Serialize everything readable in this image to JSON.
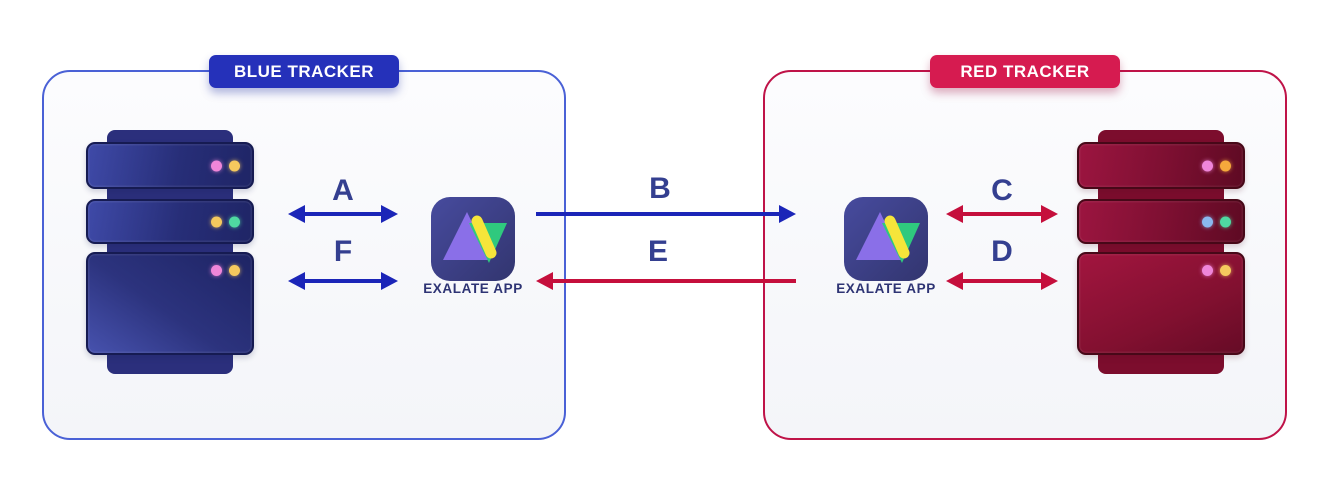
{
  "blue_tracker": {
    "label": "BLUE TRACKER",
    "app_label": "EXALATE APP"
  },
  "red_tracker": {
    "label": "RED TRACKER",
    "app_label": "EXALATE APP"
  },
  "arrows": {
    "a": {
      "label": "A",
      "color": "blue",
      "direction": "both"
    },
    "b": {
      "label": "B",
      "color": "blue",
      "direction": "right"
    },
    "c": {
      "label": "C",
      "color": "red",
      "direction": "both"
    },
    "d": {
      "label": "D",
      "color": "red",
      "direction": "both"
    },
    "e": {
      "label": "E",
      "color": "red",
      "direction": "left"
    },
    "f": {
      "label": "F",
      "color": "blue",
      "direction": "both"
    }
  },
  "icons": [
    "blue-server-icon",
    "red-server-icon",
    "exalate-app-icon"
  ],
  "colors": {
    "blue_accent": "#2531ba",
    "blue_border": "#4a61d6",
    "red_accent": "#d61b50",
    "red_border": "#bf1348",
    "arrow_blue": "#1b25b8",
    "arrow_red": "#c50f3c",
    "letter_color": "#343f90",
    "app_label_color": "#2e3474"
  }
}
